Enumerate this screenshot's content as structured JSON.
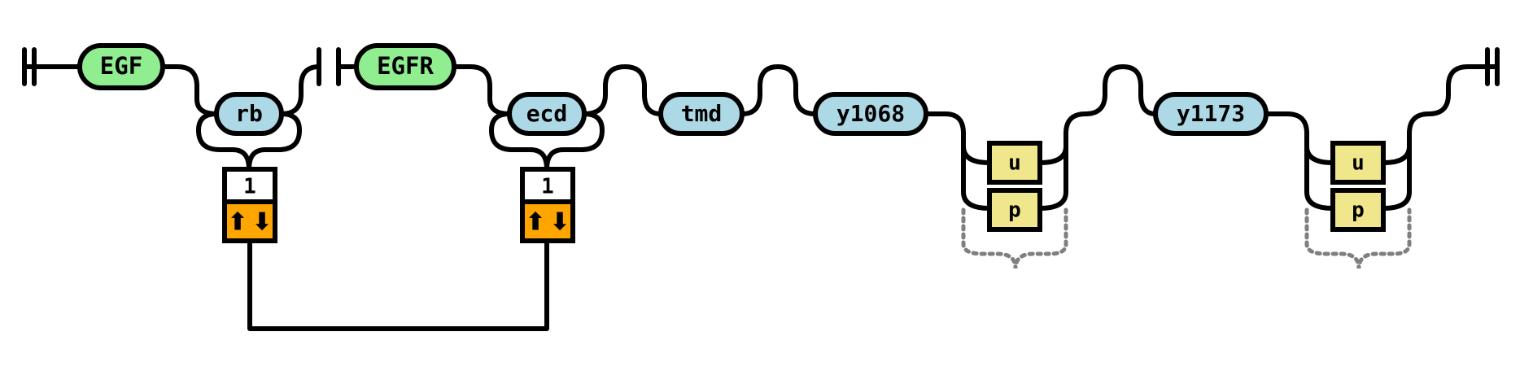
{
  "colors": {
    "agent": "#90ee90",
    "site": "#add8e6",
    "state": "#f0e68c",
    "bond_state": "#ffa500",
    "bond_index_bg": "#ffffff",
    "free_state": "#7f7f7f",
    "line": "#000000"
  },
  "agents": [
    {
      "name": "EGF",
      "sites": [
        {
          "name": "rb",
          "bond": {
            "index": "1",
            "state_symbols": [
              "⬆",
              "⬇"
            ]
          }
        }
      ]
    },
    {
      "name": "EGFR",
      "sites": [
        {
          "name": "ecd",
          "bond": {
            "index": "1",
            "state_symbols": [
              "⬆",
              "⬇"
            ]
          }
        },
        {
          "name": "tmd"
        },
        {
          "name": "y1068",
          "states": [
            "u",
            "p"
          ]
        },
        {
          "name": "y1173",
          "states": [
            "u",
            "p"
          ]
        }
      ]
    }
  ]
}
